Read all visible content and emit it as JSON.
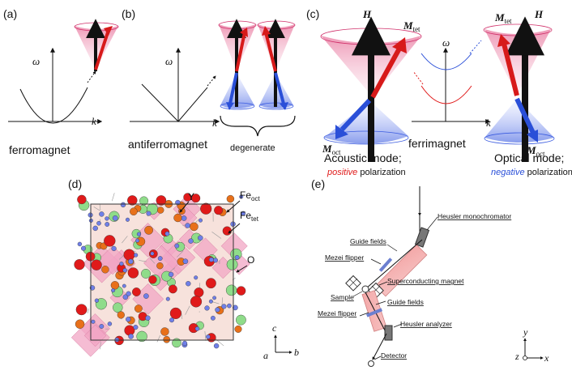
{
  "panels": {
    "a": {
      "label": "(a)",
      "omega": "ω",
      "k": "k",
      "caption": "ferromagnet"
    },
    "b": {
      "label": "(b)",
      "omega": "ω",
      "k": "k",
      "caption": "antiferromagnet",
      "degenerate": "degenerate"
    },
    "c": {
      "label": "(c)",
      "H_left": "H",
      "H_right": "H",
      "Mtet_left": "M",
      "Mtet_left_sub": "tet",
      "Mtet_right": "M",
      "Mtet_right_sub": "tet",
      "Moct_left": "M",
      "Moct_left_sub": "oct",
      "Moct_right": "M",
      "Moct_right_sub": "oct",
      "omega": "ω",
      "k": "k",
      "caption": "ferrimagnet",
      "acoustic_title": "Acoustic mode;",
      "acoustic_pol_word": "positive",
      "acoustic_pol_rest": " polarization",
      "optical_title": "Optical mode;",
      "optical_pol_word": "negative",
      "optical_pol_rest": " polarization"
    },
    "d": {
      "label": "(d)",
      "Y": "Y",
      "Fe_oct": "Fe",
      "Fe_oct_sub": "oct",
      "Fe_tet": "Fe",
      "Fe_tet_sub": "tet",
      "O": "O",
      "axis_c": "c",
      "axis_a": "a",
      "axis_b": "b"
    },
    "e": {
      "label": "(e)",
      "monochromator": "Heusler monochromator",
      "guide1": "Guide fields",
      "flipper1": "Mezei flipper",
      "magnet": "Superconducting magnet",
      "sample": "Sample",
      "guide2": "Guide fields",
      "flipper2": "Mezei flipper",
      "analyzer": "Heusler analyzer",
      "detector": "Detector",
      "axis_y": "y",
      "axis_z": "z",
      "axis_x": "x"
    }
  },
  "colors": {
    "red": "#e01a1a",
    "blue": "#2a4fd8",
    "pink": "#f2a6c4",
    "green": "#8fdc8a",
    "orange": "#e8701a",
    "atom_blue": "#6f7fe8"
  }
}
